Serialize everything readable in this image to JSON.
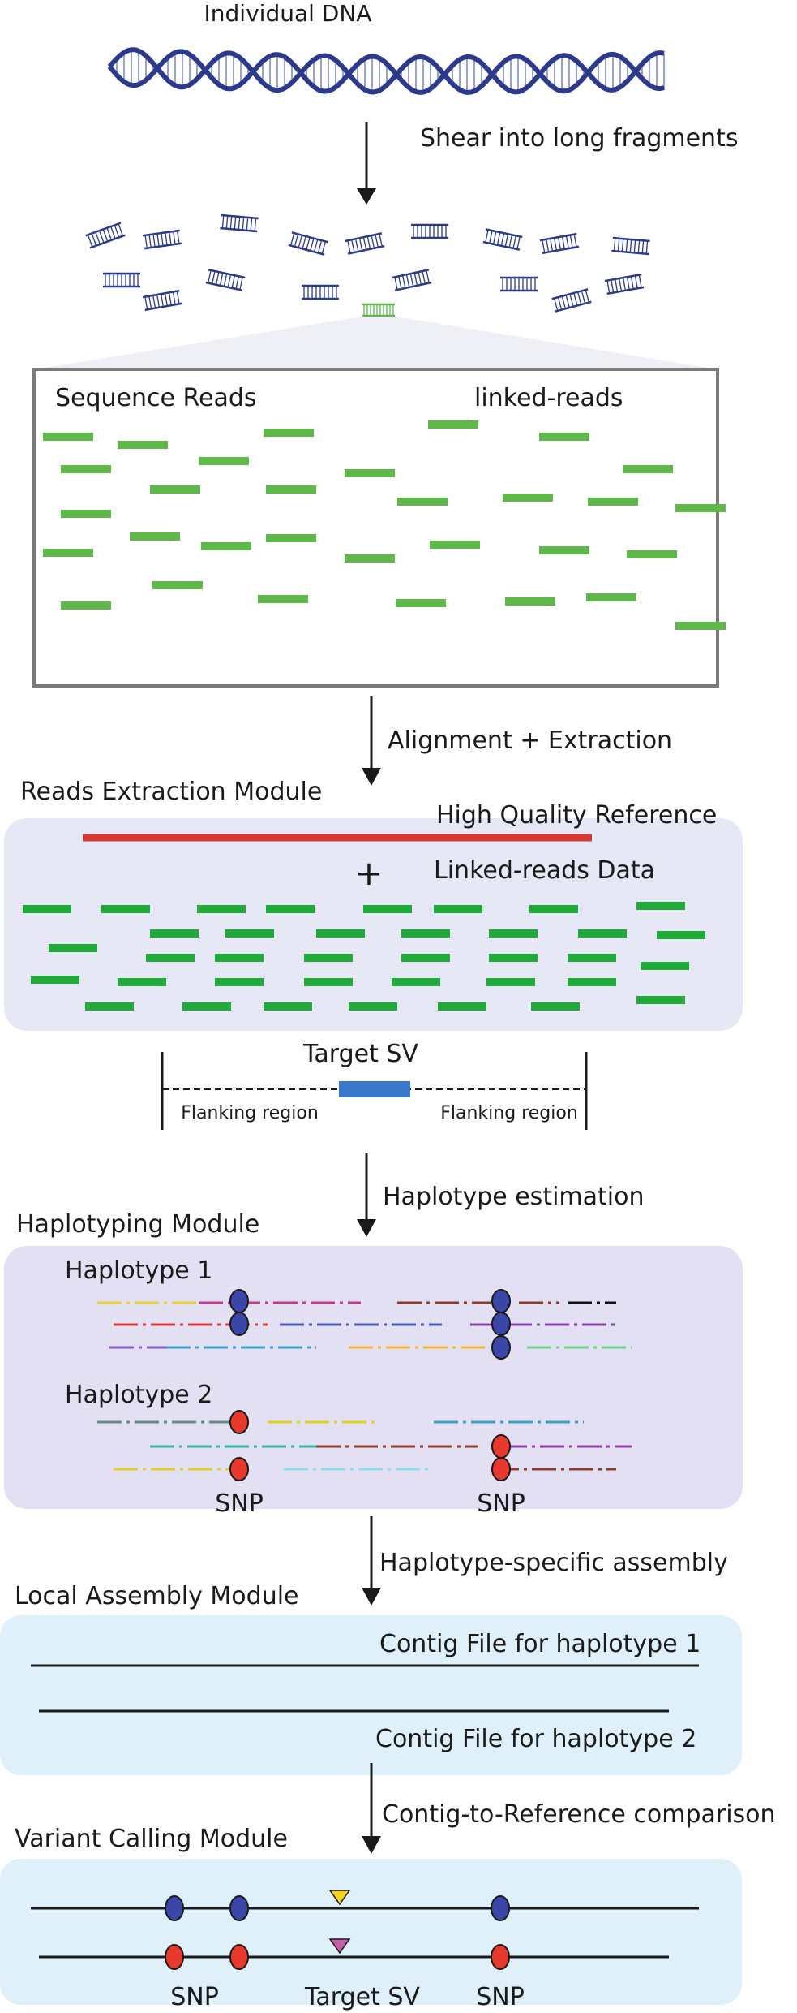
{
  "labels": {
    "individual_dna": "Individual DNA",
    "shear": "Shear into long fragments",
    "sequence_reads": "Sequence Reads",
    "linked_reads": "linked-reads",
    "alignment": "Alignment + Extraction",
    "reads_module": "Reads Extraction Module",
    "hq_reference": "High Quality Reference",
    "plus": "+",
    "linked_reads_data": "Linked-reads Data",
    "target_sv": "Target SV",
    "flanking_left": "Flanking region",
    "flanking_right": "Flanking region",
    "haplotype_estimation": "Haplotype estimation",
    "haplotyping_module": "Haplotyping Module",
    "haplotype1": "Haplotype 1",
    "haplotype2": "Haplotype 2",
    "snp_left": "SNP",
    "snp_right": "SNP",
    "hap_specific_assembly": "Haplotype-specific assembly",
    "local_assembly_module": "Local Assembly Module",
    "contig1": "Contig File for haplotype 1",
    "contig2": "Contig File for haplotype 2",
    "contig_to_reference": "Contig-to-Reference comparison",
    "variant_calling_module": "Variant Calling Module",
    "vc_snp_1": "SNP",
    "vc_target_sv": "Target SV",
    "vc_snp_2": "SNP"
  },
  "colors": {
    "dna_blue": "#2b3a8c",
    "read_green": "#5fb84a",
    "data_green": "#1faa3a",
    "reference_red": "#d63a32",
    "sv_blue": "#3a78c9",
    "panel_gray": "#e6e9f5",
    "panel_lavender": "#e4e0f4",
    "panel_sky": "#dff0fa",
    "snp_blue": "#3b47a8",
    "snp_red": "#e8392c",
    "sv_yellow": "#f2d21b",
    "sv_pink": "#c45fa8"
  },
  "icons": [
    "dna-helix-icon",
    "fragment-icon",
    "arrow-down-icon",
    "snp-marker-icon",
    "sv-triangle-icon"
  ]
}
